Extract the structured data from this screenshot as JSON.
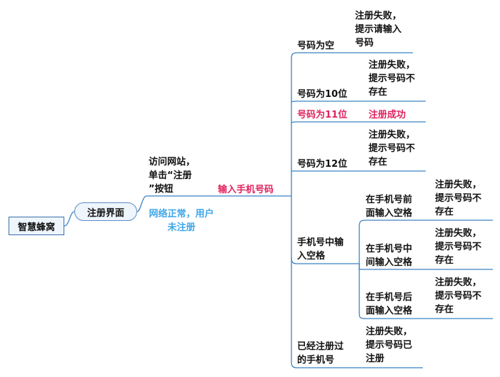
{
  "root": {
    "label": "智慧蜂窝"
  },
  "main_topic": {
    "label": "注册界面"
  },
  "precondition": {
    "label": "网络正常，用户\n未注册"
  },
  "action": {
    "label": "访问网站，\n单击“注册\n”按钮"
  },
  "input": {
    "label": "输入手机号码"
  },
  "cases": {
    "empty": {
      "label": "号码为空",
      "result": "注册失败，\n提示请输入\n号码"
    },
    "len10": {
      "label": "号码为10位",
      "result": "注册失败，\n提示号码不\n存在"
    },
    "len11": {
      "label": "号码为11位",
      "result": "注册成功"
    },
    "len12": {
      "label": "号码为12位",
      "result": "注册失败，\n提示号码不\n存在"
    },
    "space": {
      "label": "手机号中输\n入空格",
      "sub": [
        {
          "label": "在手机号前\n面输入空格",
          "result": "注册失败，\n提示号码不\n存在"
        },
        {
          "label": "在手机号中\n间输入空格",
          "result": "注册失败，\n提示号码不\n存在"
        },
        {
          "label": "在手机号后\n面输入空格",
          "result": "注册失败，\n提示号码不\n存在"
        }
      ]
    },
    "registered": {
      "label": "已经注册过\n的手机号",
      "result": "注册失败，\n提示号码已\n注册"
    }
  },
  "colors": {
    "line": "#3b82c4",
    "highlight": "#e0245e",
    "note": "#3ea7e8"
  }
}
